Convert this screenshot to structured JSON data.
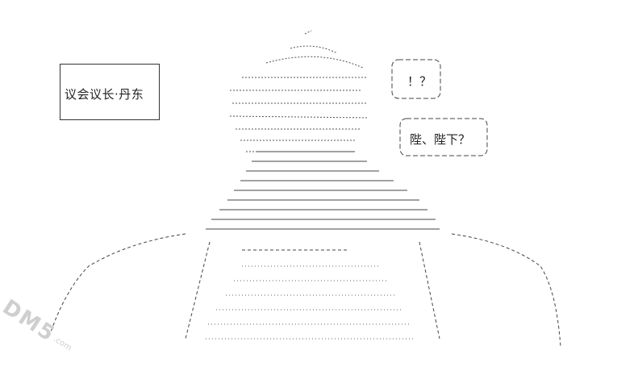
{
  "caption": {
    "name": "议会议长·丹东"
  },
  "bubbles": {
    "top": "！？",
    "bottom": "陛、陛下？"
  },
  "watermark": {
    "main": "DM5",
    "sub": ".com"
  }
}
